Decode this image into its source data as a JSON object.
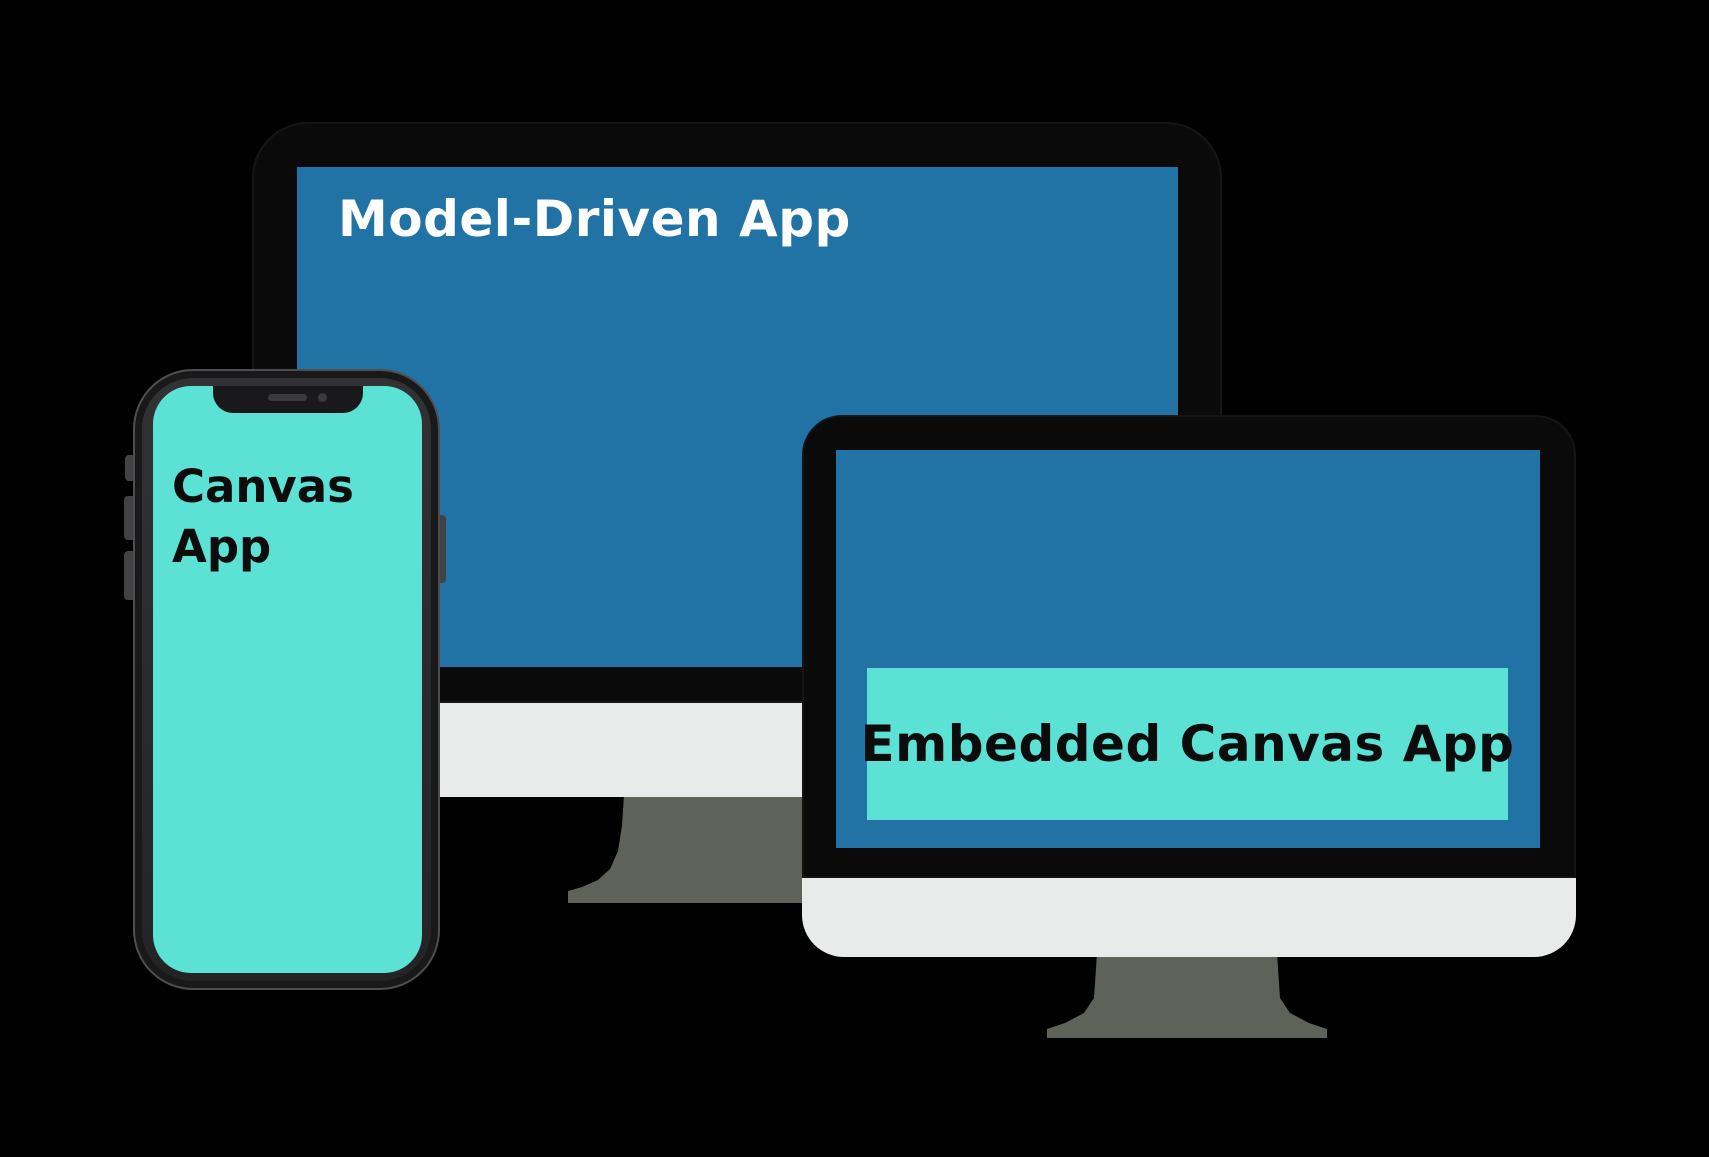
{
  "scene": {
    "background_color": "#000000",
    "description": "Illustration of three devices: a large monitor labelled Model-Driven App, a front monitor with an embedded teal panel labelled Embedded Canvas App, and a smartphone labelled Canvas App"
  },
  "colors": {
    "screen_blue": "#2173A6",
    "screen_teal": "#5CE1D5",
    "monitor_chin_gray": "#E9EAEA",
    "stand_gray": "#5E6258",
    "text_dark": "#0C0C0C",
    "text_white": "#FFFFFF"
  },
  "back_monitor": {
    "label": "Model-Driven App"
  },
  "front_monitor": {
    "embedded_box_label": "Embedded Canvas App"
  },
  "phone": {
    "label_line1": "Canvas",
    "label_line2": "App"
  }
}
